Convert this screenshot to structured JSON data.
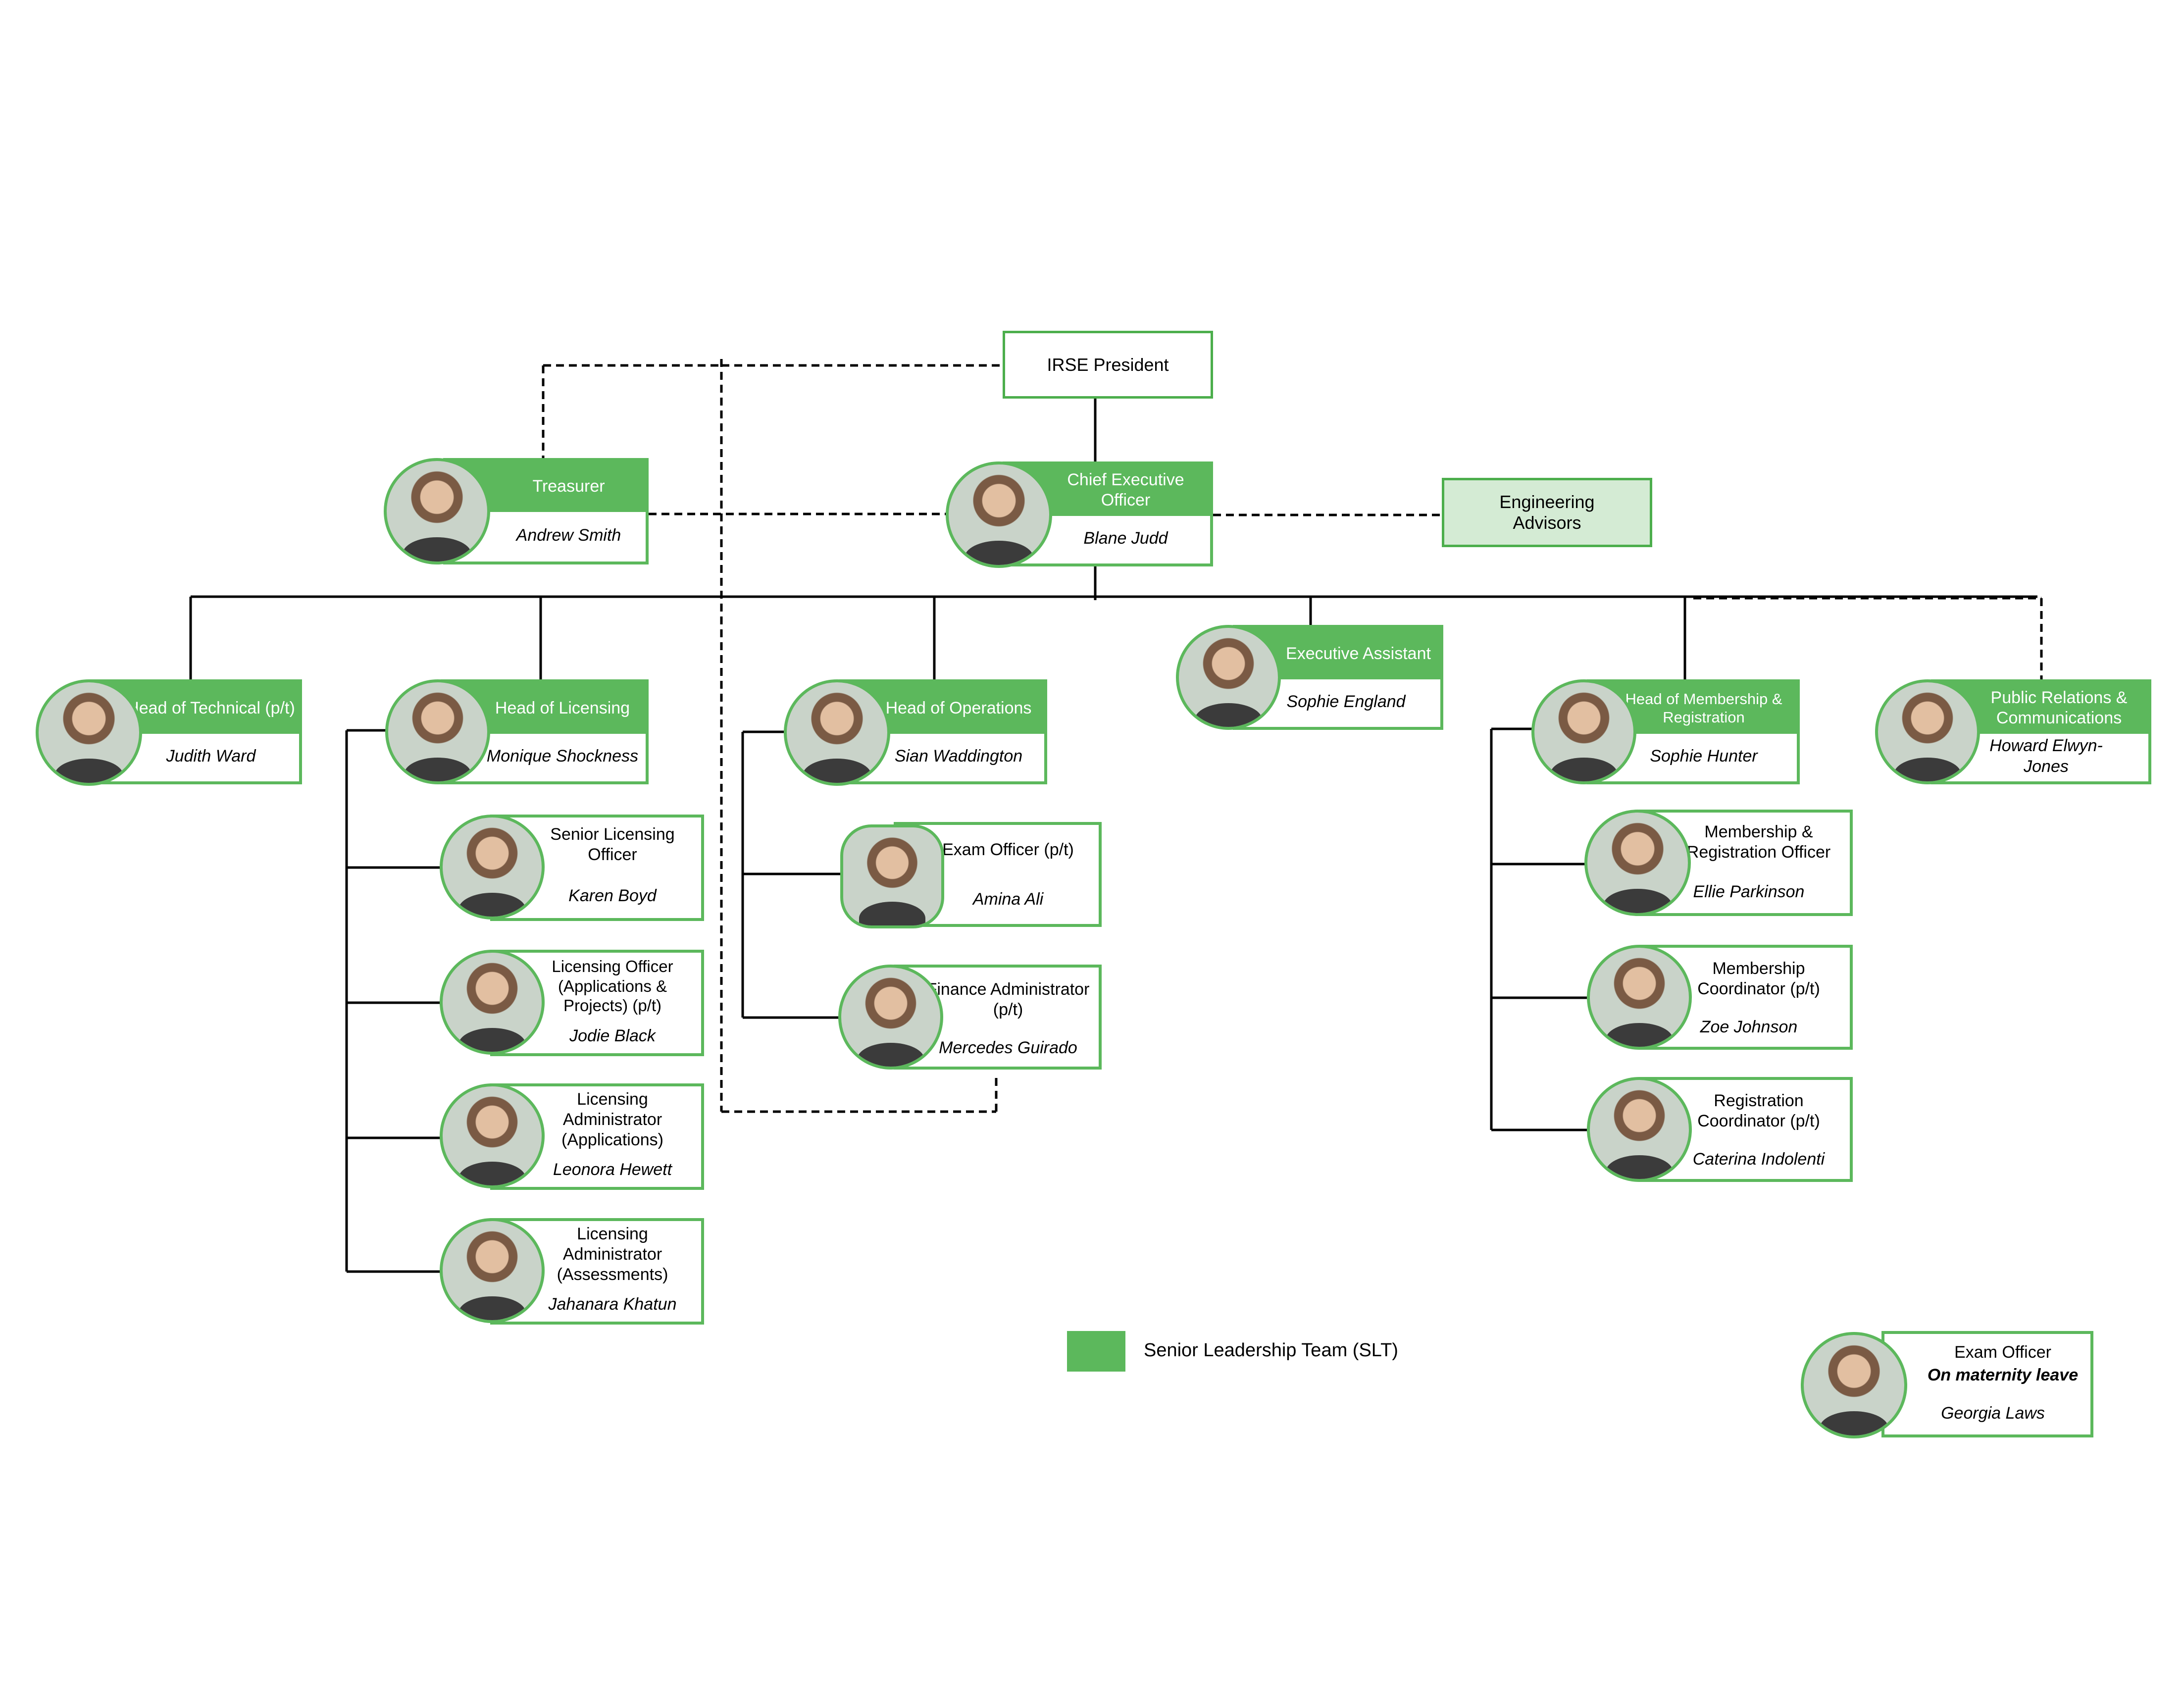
{
  "colors": {
    "slt_green": "#5cb85c",
    "advisor_fill": "#d4ebd4",
    "line": "#000000"
  },
  "president": "IRSE President",
  "engineering_advisors": "Engineering Advisors",
  "people": {
    "treasurer": {
      "title": "Treasurer",
      "name": "Andrew Smith"
    },
    "ceo": {
      "title": "Chief Executive Officer",
      "name": "Blane Judd"
    },
    "head_technical": {
      "title": "Head of Technical (p/t)",
      "name": "Judith Ward"
    },
    "head_licensing": {
      "title": "Head of Licensing",
      "name": "Monique Shockness"
    },
    "head_operations": {
      "title": "Head of Operations",
      "name": "Sian Waddington"
    },
    "exec_assistant": {
      "title": "Executive Assistant",
      "name": "Sophie England"
    },
    "head_membership": {
      "title": "Head of Membership & Registration",
      "name": "Sophie Hunter"
    },
    "pr_comms": {
      "title": "Public Relations & Communications",
      "name": "Howard Elwyn-Jones"
    },
    "senior_licensing": {
      "title": "Senior Licensing Officer",
      "name": "Karen Boyd"
    },
    "licensing_officer": {
      "title": "Licensing Officer (Applications & Projects) (p/t)",
      "name": "Jodie Black"
    },
    "licensing_admin_apps": {
      "title": "Licensing Administrator (Applications)",
      "name": "Leonora Hewett"
    },
    "licensing_admin_assess": {
      "title": "Licensing Administrator (Assessments)",
      "name": "Jahanara Khatun"
    },
    "exam_officer": {
      "title": "Exam Officer (p/t)",
      "name": "Amina Ali"
    },
    "finance_admin": {
      "title": "Finance Administrator (p/t)",
      "name": "Mercedes Guirado"
    },
    "membership_reg_officer": {
      "title": "Membership & Registration Officer",
      "name": "Ellie Parkinson"
    },
    "membership_coord": {
      "title": "Membership Coordinator (p/t)",
      "name": "Zoe Johnson"
    },
    "registration_coord": {
      "title": "Registration Coordinator (p/t)",
      "name": "Caterina Indolenti"
    },
    "exam_officer_leave": {
      "title": "Exam Officer",
      "status": "On maternity leave",
      "name": "Georgia Laws"
    }
  },
  "legend": {
    "label": "Senior Leadership Team (SLT)"
  }
}
